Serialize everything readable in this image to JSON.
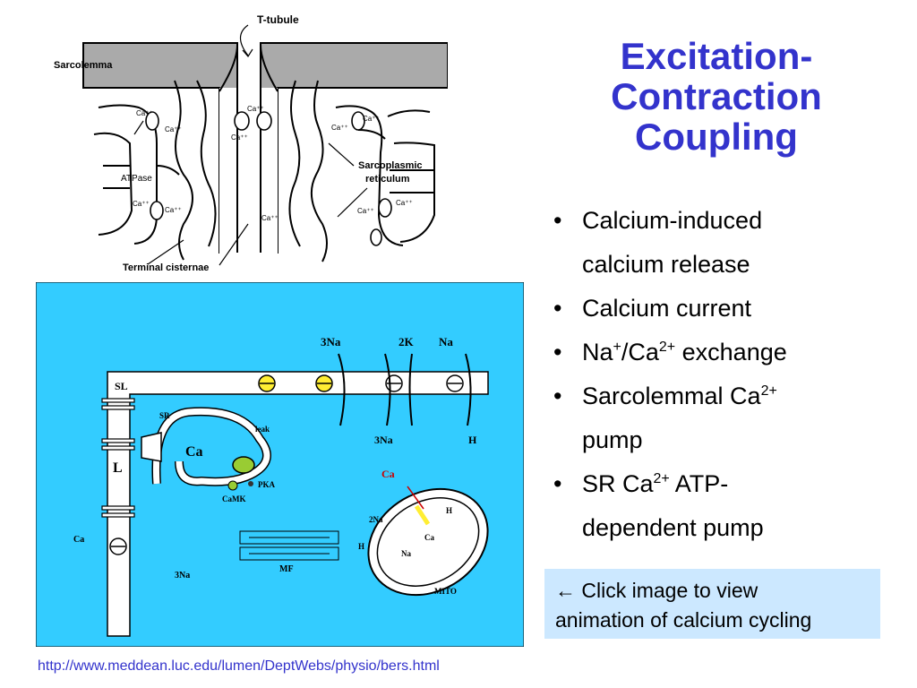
{
  "slide": {
    "title_lines": [
      "Excitation-",
      "Contraction",
      "Coupling"
    ],
    "bullets": [
      {
        "lines": [
          "Calcium-induced",
          "calcium release"
        ]
      },
      {
        "lines": [
          "Calcium current"
        ]
      },
      {
        "pre": "Na",
        "sup1": "+",
        "mid": "/Ca",
        "sup2": "2+",
        "post": " exchange"
      },
      {
        "line1_pre": "Sarcolemmal Ca",
        "line1_sup": "2+",
        "line2": "pump"
      },
      {
        "line1_pre": "SR Ca",
        "line1_sup": "2+",
        "line1_post": " ATP-",
        "line2": "dependent pump"
      }
    ],
    "callout": {
      "line1": "← Click image to view",
      "line2": "animation of calcium cycling"
    },
    "url": "http://www.meddean.luc.edu/lumen/DeptWebs/physio/bers.html"
  },
  "top_diagram": {
    "labels": {
      "t_tubule": "T-tubule",
      "sarcolemma": "Sarcolemma",
      "ca": "Ca⁺⁺",
      "atpase": "ATPase",
      "sr1": "Sarcoplasmic",
      "sr2": "reticulum",
      "terminal": "Terminal cisternae"
    }
  },
  "bottom_diagram": {
    "background": "#33ccff",
    "labels": {
      "na3_top": "3Na",
      "k2": "2K",
      "na_top": "Na",
      "sl": "SL",
      "sr": "SR",
      "ca": "Ca",
      "leak": "leak",
      "pka": "PKA",
      "camk": "CaMK",
      "l": "L",
      "ca_left": "Ca",
      "na3_bottom": "3Na",
      "h_bottom": "H",
      "na3_left": "3Na",
      "mf": "MF",
      "ca_red": "Ca",
      "na2": "2Na",
      "h_mito": "H",
      "ca_mito": "Ca",
      "h_mito2": "H",
      "na_mito": "Na",
      "mito": "MITO"
    }
  }
}
